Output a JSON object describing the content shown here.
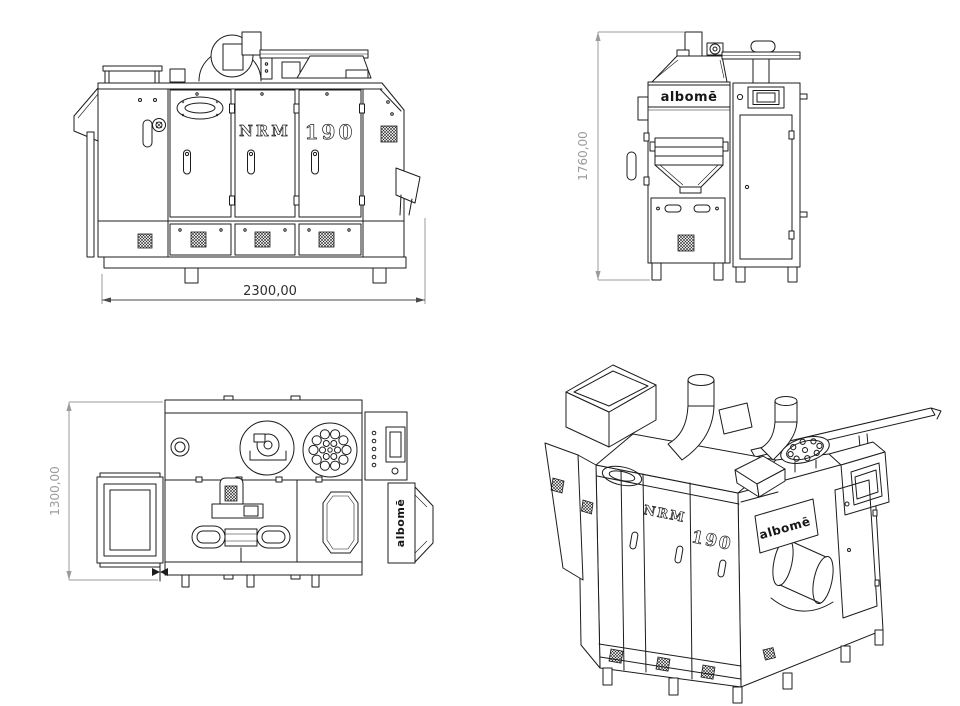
{
  "sheet": {
    "background": "#ffffff",
    "line_color": "#1c1c1c",
    "dimension_gray": "#9b9b9b",
    "dimension_dark": "#4a4a4a"
  },
  "views": {
    "front": {
      "series_label": "NRM",
      "model_label": "190",
      "width_dimension": "2300,00"
    },
    "side": {
      "brand_logo": "albomē",
      "height_dimension": "1760,00"
    },
    "top": {
      "brand_logo": "albomē",
      "depth_dimension": "1300,00"
    },
    "isometric": {
      "series_label": "NRM",
      "model_label": "190",
      "brand_logo": "albomē"
    }
  }
}
